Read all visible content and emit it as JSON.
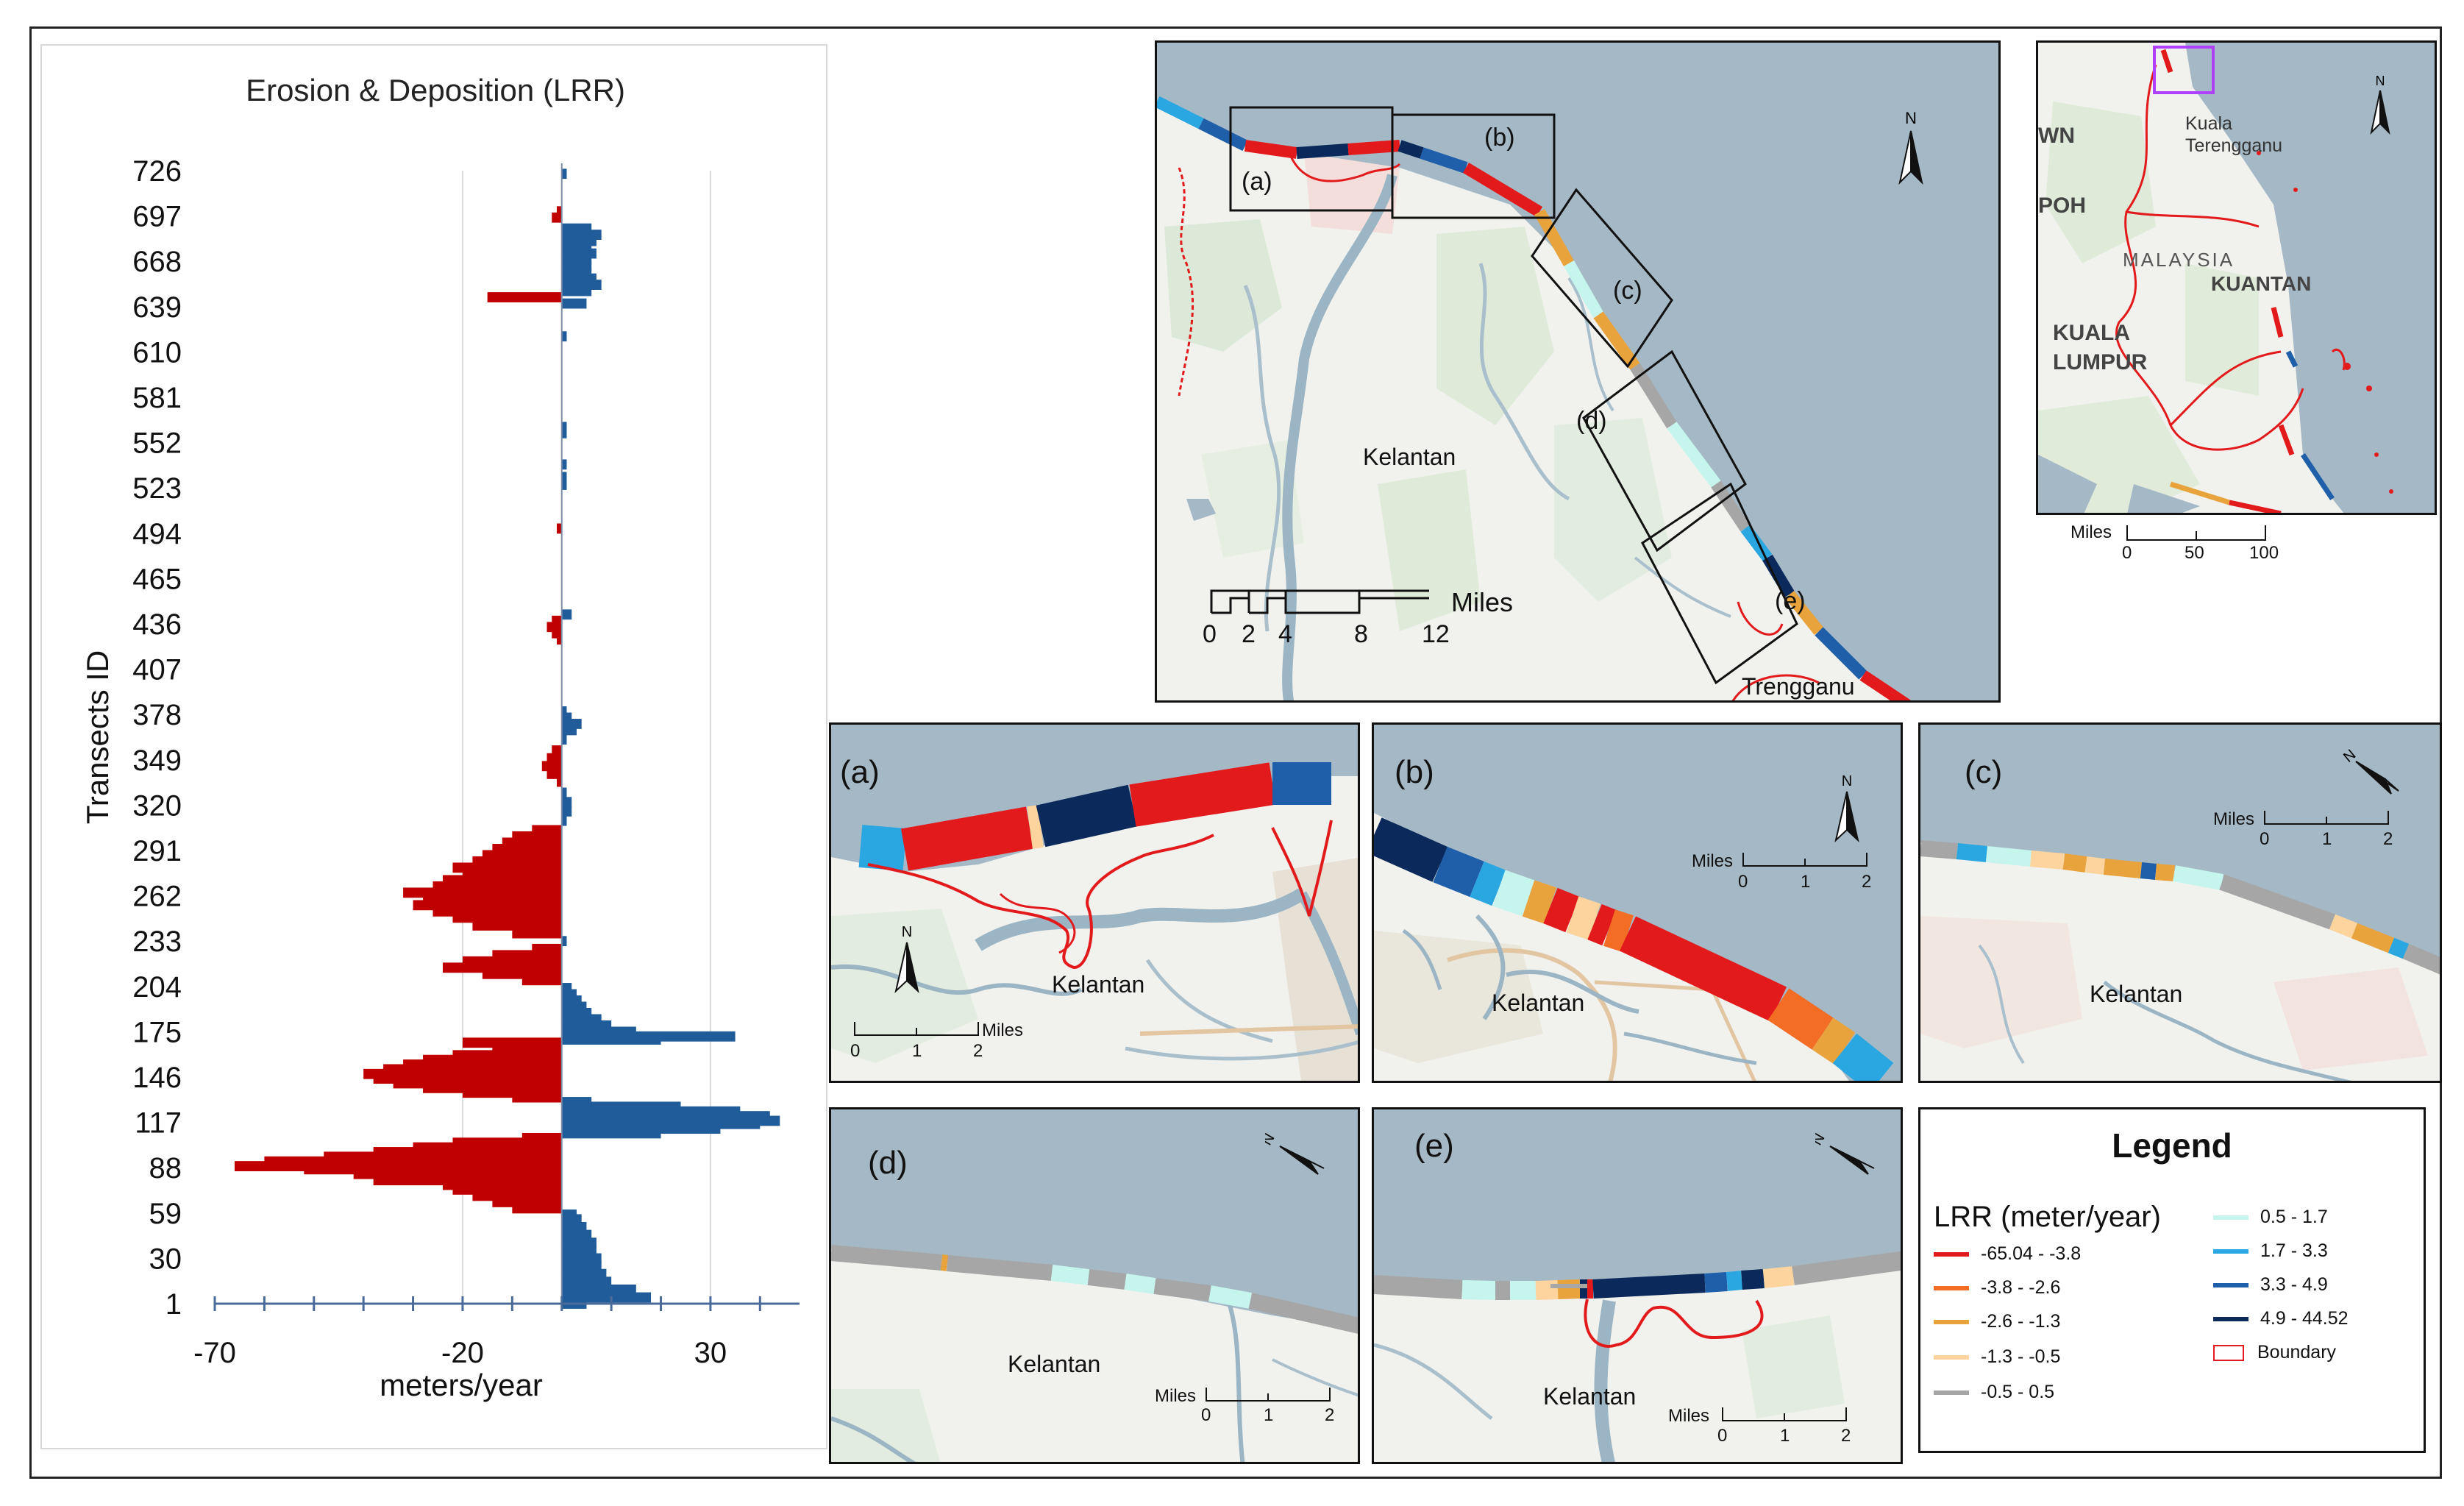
{
  "chart_data": {
    "type": "bar",
    "orientation": "horizontal",
    "title": "Erosion & Deposition (LRR)",
    "xlabel": "meters/year",
    "ylabel": "Transects ID",
    "xlim": [
      -70,
      45
    ],
    "xticks": [
      -70,
      -20,
      30
    ],
    "ylim": [
      1,
      726
    ],
    "yticks": [
      1,
      30,
      59,
      88,
      117,
      146,
      175,
      204,
      233,
      262,
      291,
      320,
      349,
      378,
      407,
      436,
      465,
      494,
      523,
      552,
      581,
      610,
      639,
      668,
      697,
      726
    ],
    "grid": true,
    "colors": {
      "erosion": "#c00000",
      "deposition": "#1f5c99"
    },
    "series": [
      {
        "name": "",
        "points": [
          [
            1,
            5
          ],
          [
            5,
            18
          ],
          [
            10,
            15
          ],
          [
            15,
            10
          ],
          [
            20,
            9
          ],
          [
            25,
            8
          ],
          [
            30,
            8
          ],
          [
            35,
            7
          ],
          [
            40,
            7
          ],
          [
            45,
            6
          ],
          [
            50,
            5
          ],
          [
            55,
            4
          ],
          [
            58,
            3
          ],
          [
            62,
            -10
          ],
          [
            66,
            -14
          ],
          [
            70,
            -18
          ],
          [
            74,
            -22
          ],
          [
            77,
            -24
          ],
          [
            80,
            -38
          ],
          [
            84,
            -42
          ],
          [
            87,
            -52
          ],
          [
            89,
            -66
          ],
          [
            92,
            -60
          ],
          [
            95,
            -48
          ],
          [
            98,
            -38
          ],
          [
            101,
            -30
          ],
          [
            104,
            -22
          ],
          [
            107,
            -8
          ],
          [
            110,
            20
          ],
          [
            113,
            32
          ],
          [
            116,
            40
          ],
          [
            118,
            44
          ],
          [
            121,
            42
          ],
          [
            124,
            36
          ],
          [
            127,
            24
          ],
          [
            130,
            6
          ],
          [
            133,
            -10
          ],
          [
            136,
            -20
          ],
          [
            139,
            -28
          ],
          [
            142,
            -34
          ],
          [
            145,
            -38
          ],
          [
            148,
            -40
          ],
          [
            151,
            -36
          ],
          [
            154,
            -32
          ],
          [
            157,
            -28
          ],
          [
            160,
            -22
          ],
          [
            163,
            -14
          ],
          [
            166,
            -8
          ],
          [
            168,
            -20
          ],
          [
            170,
            20
          ],
          [
            172,
            35
          ],
          [
            175,
            15
          ],
          [
            179,
            10
          ],
          [
            183,
            8
          ],
          [
            187,
            6
          ],
          [
            191,
            5
          ],
          [
            195,
            4
          ],
          [
            199,
            3
          ],
          [
            203,
            2
          ],
          [
            208,
            -8
          ],
          [
            212,
            -16
          ],
          [
            216,
            -24
          ],
          [
            220,
            -20
          ],
          [
            224,
            -14
          ],
          [
            228,
            -6
          ],
          [
            233,
            1
          ],
          [
            238,
            -10
          ],
          [
            243,
            -18
          ],
          [
            248,
            -22
          ],
          [
            252,
            -26
          ],
          [
            256,
            -30
          ],
          [
            260,
            -28
          ],
          [
            264,
            -32
          ],
          [
            268,
            -26
          ],
          [
            272,
            -24
          ],
          [
            276,
            -20
          ],
          [
            280,
            -22
          ],
          [
            284,
            -18
          ],
          [
            288,
            -16
          ],
          [
            292,
            -14
          ],
          [
            296,
            -12
          ],
          [
            300,
            -10
          ],
          [
            304,
            -6
          ],
          [
            310,
            1
          ],
          [
            316,
            2
          ],
          [
            322,
            2
          ],
          [
            328,
            1
          ],
          [
            335,
            -1
          ],
          [
            340,
            -3
          ],
          [
            345,
            -4
          ],
          [
            350,
            -3
          ],
          [
            355,
            -2
          ],
          [
            362,
            1
          ],
          [
            368,
            3
          ],
          [
            372,
            4
          ],
          [
            376,
            2
          ],
          [
            380,
            1
          ],
          [
            426,
            -1
          ],
          [
            430,
            -2
          ],
          [
            434,
            -3
          ],
          [
            438,
            -2
          ],
          [
            442,
            2
          ],
          [
            497,
            -1
          ],
          [
            525,
            1
          ],
          [
            530,
            1
          ],
          [
            538,
            1
          ],
          [
            558,
            1
          ],
          [
            562,
            1
          ],
          [
            620,
            1
          ],
          [
            641,
            5
          ],
          [
            645,
            -15
          ],
          [
            649,
            6
          ],
          [
            653,
            8
          ],
          [
            657,
            7
          ],
          [
            661,
            6
          ],
          [
            665,
            6
          ],
          [
            669,
            6
          ],
          [
            673,
            7
          ],
          [
            677,
            6
          ],
          [
            681,
            7
          ],
          [
            685,
            8
          ],
          [
            689,
            6
          ],
          [
            696,
            -2
          ],
          [
            700,
            -1
          ],
          [
            724,
            1
          ]
        ]
      }
    ]
  },
  "maps": {
    "overview": {
      "labels": {
        "kelantan": "Kelantan",
        "terengganu": "Trengganu"
      },
      "boxes": [
        "(a)",
        "(b)",
        "(c)",
        "(d)",
        "(e)"
      ],
      "scale": {
        "ticks": [
          "0",
          "2",
          "4",
          "8",
          "12"
        ],
        "unit": "Miles"
      }
    },
    "inset": {
      "labels": {
        "kuala_terengganu": "Kuala\nTerengganu",
        "malaysia": "MALAYSIA",
        "kuantan": "KUANTAN",
        "kuala_lumpur": "KUALA\nLUMPUR",
        "own": "WN",
        "poh": "POH"
      },
      "scale": {
        "unit": "Miles",
        "ticks": [
          "0",
          "50",
          "100"
        ]
      }
    },
    "details": {
      "a": {
        "letter": "(a)",
        "place": "Kelantan",
        "scale_unit": "Miles",
        "scale_ticks": [
          "0",
          "1",
          "2"
        ]
      },
      "b": {
        "letter": "(b)",
        "place": "Kelantan",
        "scale_unit": "Miles",
        "scale_ticks": [
          "0",
          "1",
          "2"
        ]
      },
      "c": {
        "letter": "(c)",
        "place": "Kelantan",
        "scale_unit": "Miles",
        "scale_ticks": [
          "0",
          "1",
          "2"
        ]
      },
      "d": {
        "letter": "(d)",
        "place": "Kelantan",
        "scale_unit": "Miles",
        "scale_ticks": [
          "0",
          "1",
          "2"
        ]
      },
      "e": {
        "letter": "(e)",
        "place": "Kelantan",
        "scale_unit": "Miles",
        "scale_ticks": [
          "0",
          "1",
          "2"
        ]
      }
    },
    "north_label": "N"
  },
  "legend": {
    "title": "Legend",
    "subtitle": "LRR (meter/year)",
    "items": [
      {
        "label": "-65.04 - -3.8",
        "color": "#e31a1c",
        "kind": "line"
      },
      {
        "label": "-3.8 - -2.6",
        "color": "#f46d25",
        "kind": "line"
      },
      {
        "label": "-2.6 - -1.3",
        "color": "#e8a33d",
        "kind": "line"
      },
      {
        "label": "-1.3 - -0.5",
        "color": "#fdd49e",
        "kind": "line"
      },
      {
        "label": "-0.5 - 0.5",
        "color": "#a6a6a6",
        "kind": "line"
      },
      {
        "label": "0.5 - 1.7",
        "color": "#c6f5ee",
        "kind": "line"
      },
      {
        "label": "1.7 - 3.3",
        "color": "#2aa7e0",
        "kind": "line"
      },
      {
        "label": "3.3 - 4.9",
        "color": "#1f5ea8",
        "kind": "line"
      },
      {
        "label": "4.9 - 44.52",
        "color": "#0b2a5b",
        "kind": "line"
      },
      {
        "label": "Boundary",
        "color": "#e31a1c",
        "kind": "box"
      }
    ]
  }
}
